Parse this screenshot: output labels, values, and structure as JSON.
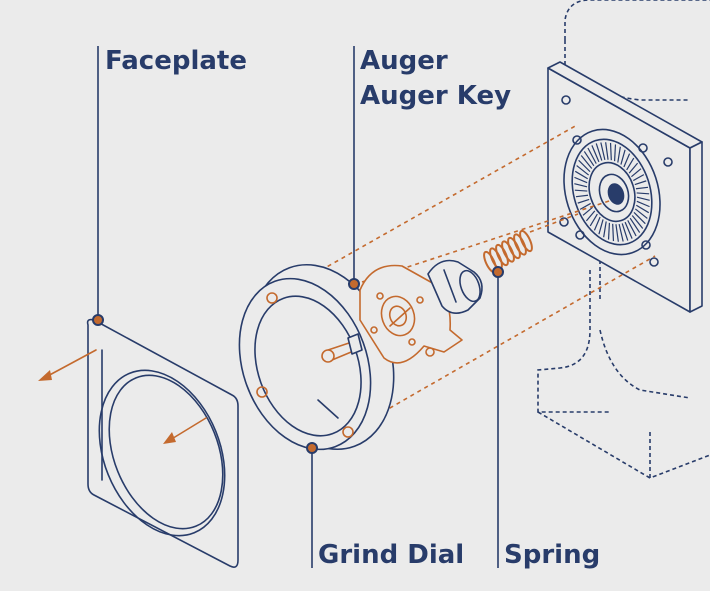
{
  "labels": {
    "faceplate": "Faceplate",
    "auger": "Auger",
    "auger_key": "Auger Key",
    "grind_dial": "Grind Dial",
    "spring": "Spring"
  },
  "colors": {
    "line": "#283c6a",
    "accent": "#c46a2e",
    "background": "#ebebeb"
  }
}
